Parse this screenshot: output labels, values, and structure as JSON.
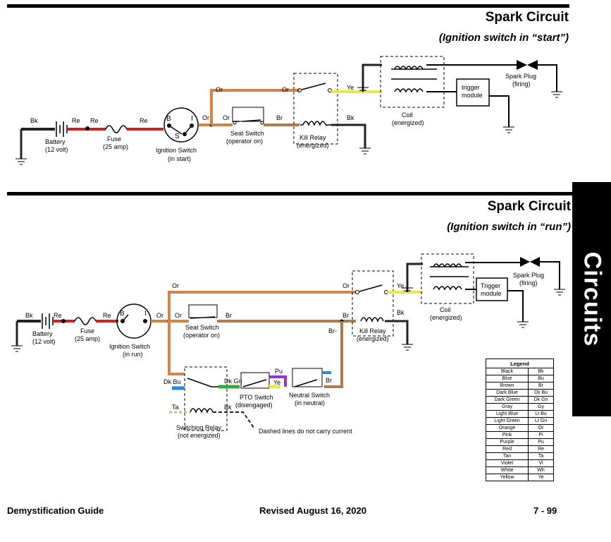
{
  "top": {
    "title": "Spark Circuit",
    "subtitle": "(Ignition switch in “start”)"
  },
  "bottom": {
    "title": "Spark Circuit",
    "subtitle": "(Ignition switch in “run”)"
  },
  "side_tab": "Circuits",
  "diagram_top": {
    "wire_bk": "Bk",
    "wire_re1": "Re",
    "wire_re2": "Re",
    "wire_re3": "Re",
    "wire_or1": "Or",
    "wire_or2": "Or",
    "wire_or3": "Or",
    "wire_or4": "Or",
    "wire_br": "Br",
    "wire_ye": "Ye",
    "wire_bk2": "Bk",
    "battery": "Battery",
    "battery_sub": "(12 volt)",
    "fuse": "Fuse",
    "fuse_sub": "(25 amp)",
    "ign": "Ignition Switch",
    "ign_sub": "(in start)",
    "ign_b": "B",
    "ign_i": "I",
    "ign_s": "S",
    "seat": "Seat Switch",
    "seat_sub": "(operator on)",
    "kill": "Kill Relay",
    "kill_sub": "(energized)",
    "coil": "Coil",
    "coil_sub": "(energized)",
    "trigger1": "trigger",
    "trigger2": "module",
    "plug": "Spark Plug",
    "plug_sub": "(firing)"
  },
  "diagram_bottom": {
    "wire_bk": "Bk",
    "wire_re1": "Re",
    "wire_re2": "Re",
    "wire_or1": "Or",
    "wire_or2": "Or",
    "wire_or3": "Or",
    "wire_or4": "Or",
    "wire_br1": "Br",
    "wire_br2": "Br",
    "wire_br3": "Br-",
    "wire_br4": "Br",
    "wire_bk2": "Bk",
    "wire_ye": "Ye",
    "wire_pu": "Pu",
    "wire_ye2": "Ye",
    "wire_dkbu": "Dk Bu",
    "wire_dkgn": "Dk Gn",
    "wire_ta": "Ta",
    "wire_bk3": "Bk",
    "battery": "Battery",
    "battery_sub": "(12 volt)",
    "fuse": "Fuse",
    "fuse_sub": "(25 amp)",
    "ign": "Ignition Switch",
    "ign_sub": "(in run)",
    "ign_b": "B",
    "ign_i": "I",
    "seat": "Seat Switch",
    "seat_sub": "(operator on)",
    "kill": "Kill Relay",
    "kill_sub": "(energized)",
    "coil": "Coil",
    "coil_sub": "(energized)",
    "trigger1": "Trigger",
    "trigger2": "module",
    "plug": "Spark Plug",
    "plug_sub": "(firing)",
    "pto": "PTO Switch",
    "pto_sub": "(disengaged)",
    "neutral": "Neutral Switch",
    "neutral_sub": "(in neutral)",
    "switching": "Switching Relay",
    "switching_sub": "(not energized)",
    "dashed_note": "Dashed lines do not carry current"
  },
  "legend": {
    "title": "Legend",
    "rows": [
      [
        "Black",
        "Bk"
      ],
      [
        "Blue",
        "Bu"
      ],
      [
        "Brown",
        "Br"
      ],
      [
        "Dark Blue",
        "Dk Bu"
      ],
      [
        "Dark Green",
        "Dk Gn"
      ],
      [
        "Gray",
        "Gy"
      ],
      [
        "Light Blue",
        "Lt Bu"
      ],
      [
        "Light Green",
        "Lt Gn"
      ],
      [
        "Orange",
        "Or"
      ],
      [
        "Pink",
        "Pi"
      ],
      [
        "Purple",
        "Pu"
      ],
      [
        "Red",
        "Re"
      ],
      [
        "Tan",
        "Ta"
      ],
      [
        "Violet",
        "Vi"
      ],
      [
        "White",
        "Wh"
      ],
      [
        "Yellow",
        "Ye"
      ]
    ]
  },
  "footer": {
    "left": "Demystification Guide",
    "center": "Revised August 16, 2020",
    "right": "7 - 99"
  },
  "colors": {
    "red": "#cc2222",
    "orange": "#d2834a",
    "brown": "#b07a4a",
    "yellow": "#e8e84a",
    "black": "#222222",
    "purple": "#9933cc",
    "blue": "#2288dd",
    "green": "#33aa33"
  }
}
